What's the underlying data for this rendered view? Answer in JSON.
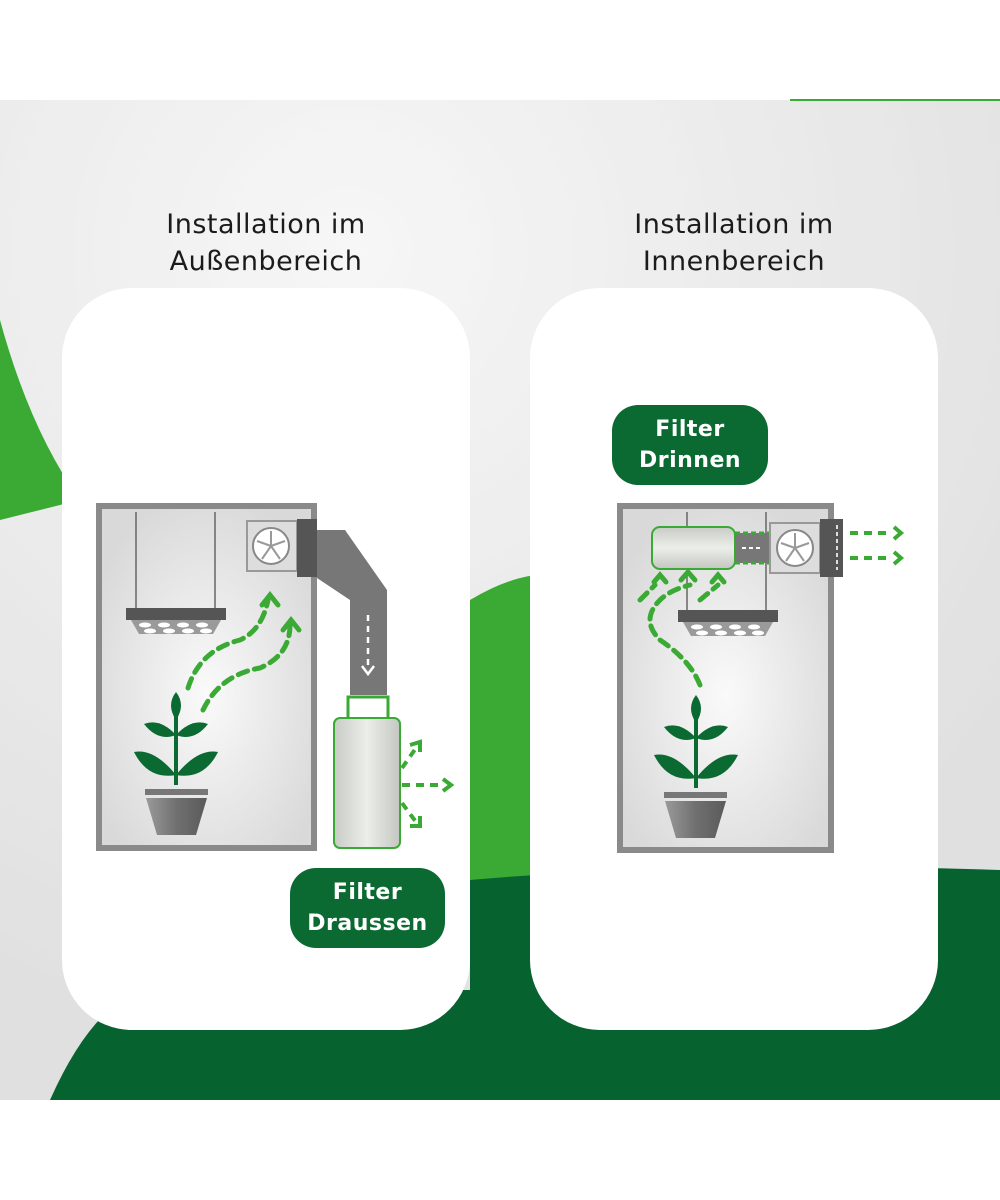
{
  "panels": [
    {
      "title_line1": "Installation im",
      "title_line2": "Außenbereich",
      "badge_line1": "Filter",
      "badge_line2": "Draussen"
    },
    {
      "title_line1": "Installation im",
      "title_line2": "Innenbereich",
      "badge_line1": "Filter",
      "badge_line2": "Drinnen"
    }
  ],
  "colors": {
    "dark_green": "#0b6a32",
    "bright_green": "#3aaa35",
    "background_gray": "#dcdcdc",
    "tent_frame": "#8a8a8a"
  }
}
